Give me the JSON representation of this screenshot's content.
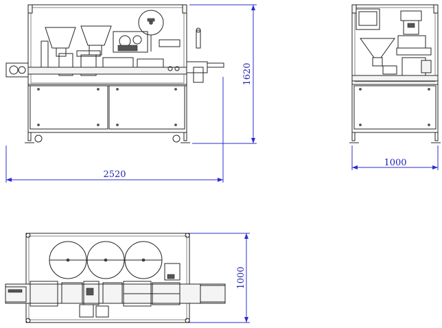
{
  "drawing": {
    "front_view": {
      "width_label": "2520",
      "height_label": "1620"
    },
    "side_view": {
      "width_label": "1000"
    },
    "top_view": {
      "depth_label": "1000"
    }
  },
  "colors": {
    "line": "#222222",
    "dimension": "#2b2bd0"
  }
}
